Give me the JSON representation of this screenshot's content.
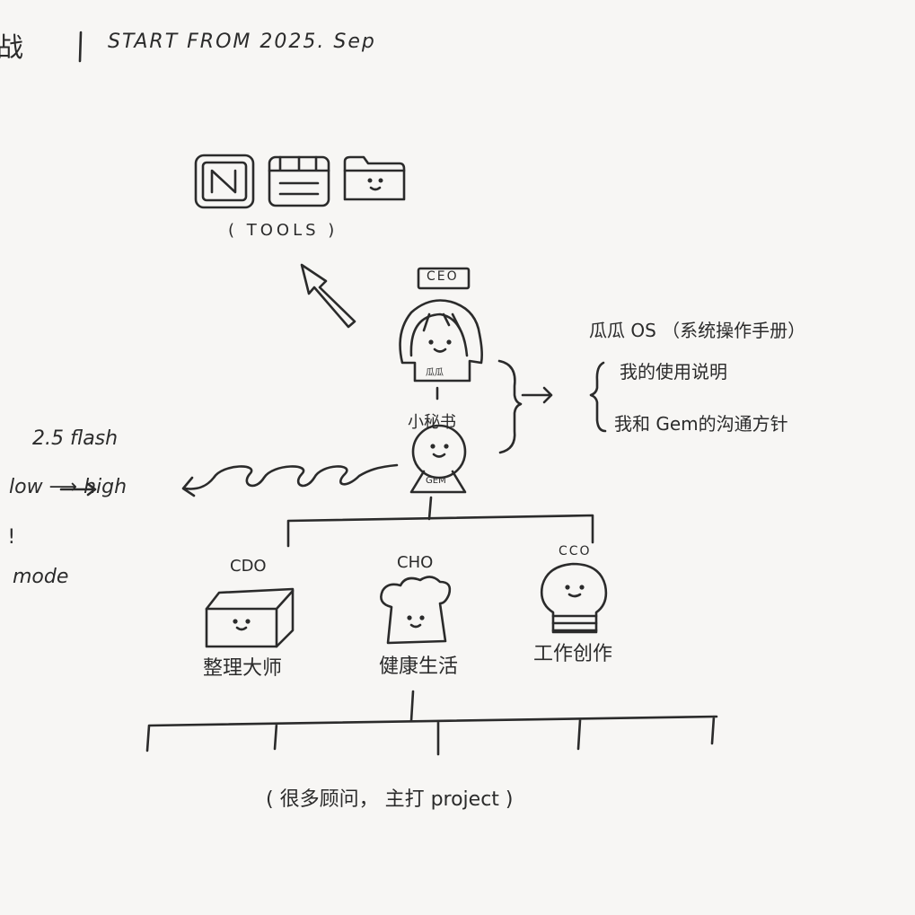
{
  "header": {
    "title_fragment": "战",
    "divider": "|",
    "subtitle": "START  FROM  2025. Sep"
  },
  "tools": {
    "icons": [
      "notion-icon",
      "calendar-icon",
      "folder-icon"
    ],
    "label": "( TOOLS )"
  },
  "ceo": {
    "badge": "CEO",
    "shirt_text": "瓜瓜",
    "os_title": "瓜瓜 OS （系统操作手册）",
    "os_items": [
      "我的使用说明",
      "我和 Gem的沟通方针"
    ]
  },
  "secretary": {
    "label": "小秘书",
    "body_text": "GEM"
  },
  "model": {
    "name": "2.5 flash",
    "range": "low ⟶ high",
    "partial_1": ": !",
    "partial_2": "mode"
  },
  "departments": [
    {
      "code": "CDO",
      "name": "整理大师",
      "icon": "box-icon"
    },
    {
      "code": "CHO",
      "name": "健康生活",
      "icon": "chef-icon"
    },
    {
      "code": "CCO",
      "name": "工作创作",
      "icon": "lightbulb-icon"
    }
  ],
  "footer": {
    "note": "( 很多顾问， 主打 project )"
  }
}
